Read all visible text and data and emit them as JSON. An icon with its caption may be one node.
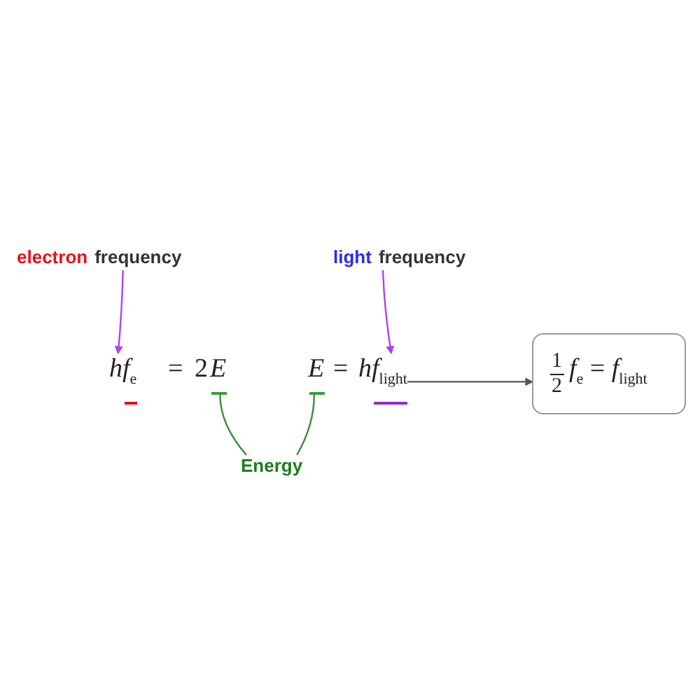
{
  "diagram": {
    "nodes": [
      {
        "text": [
          "electron",
          "frequency"
        ]
      },
      {
        "text": [
          "light",
          "frequency"
        ]
      },
      {
        "text": [
          "Energy"
        ]
      },
      {
        "text": [
          "*hf*$_{e}$"
        ]
      },
      {
        "text": [
          "*E*"
        ]
      },
      {
        "text": [
          "*E*"
        ]
      },
      {
        "text": [
          "*hf*$_{light}$"
        ]
      },
      {
        "text": [
          "1",
          "2",
          "*f*$_{e}$ = *f*$_{light}$"
        ]
      }
    ],
    "edges": [
      {
        "from": 0,
        "to": 3,
        "arrow": "to",
        "color": "#b040f0"
      },
      {
        "from": 1,
        "to": 6,
        "arrow": "to",
        "color": "#b040f0"
      },
      {
        "from": 2,
        "to": 4,
        "arrow": "none",
        "color": "#3a8a3a"
      },
      {
        "from": 2,
        "to": 5,
        "arrow": "none",
        "color": "#3a8a3a"
      },
      {
        "from": 6,
        "to": 7,
        "arrow": "to",
        "color": "#555555"
      }
    ],
    "labels": [
      "=",
      "2",
      "="
    ]
  }
}
